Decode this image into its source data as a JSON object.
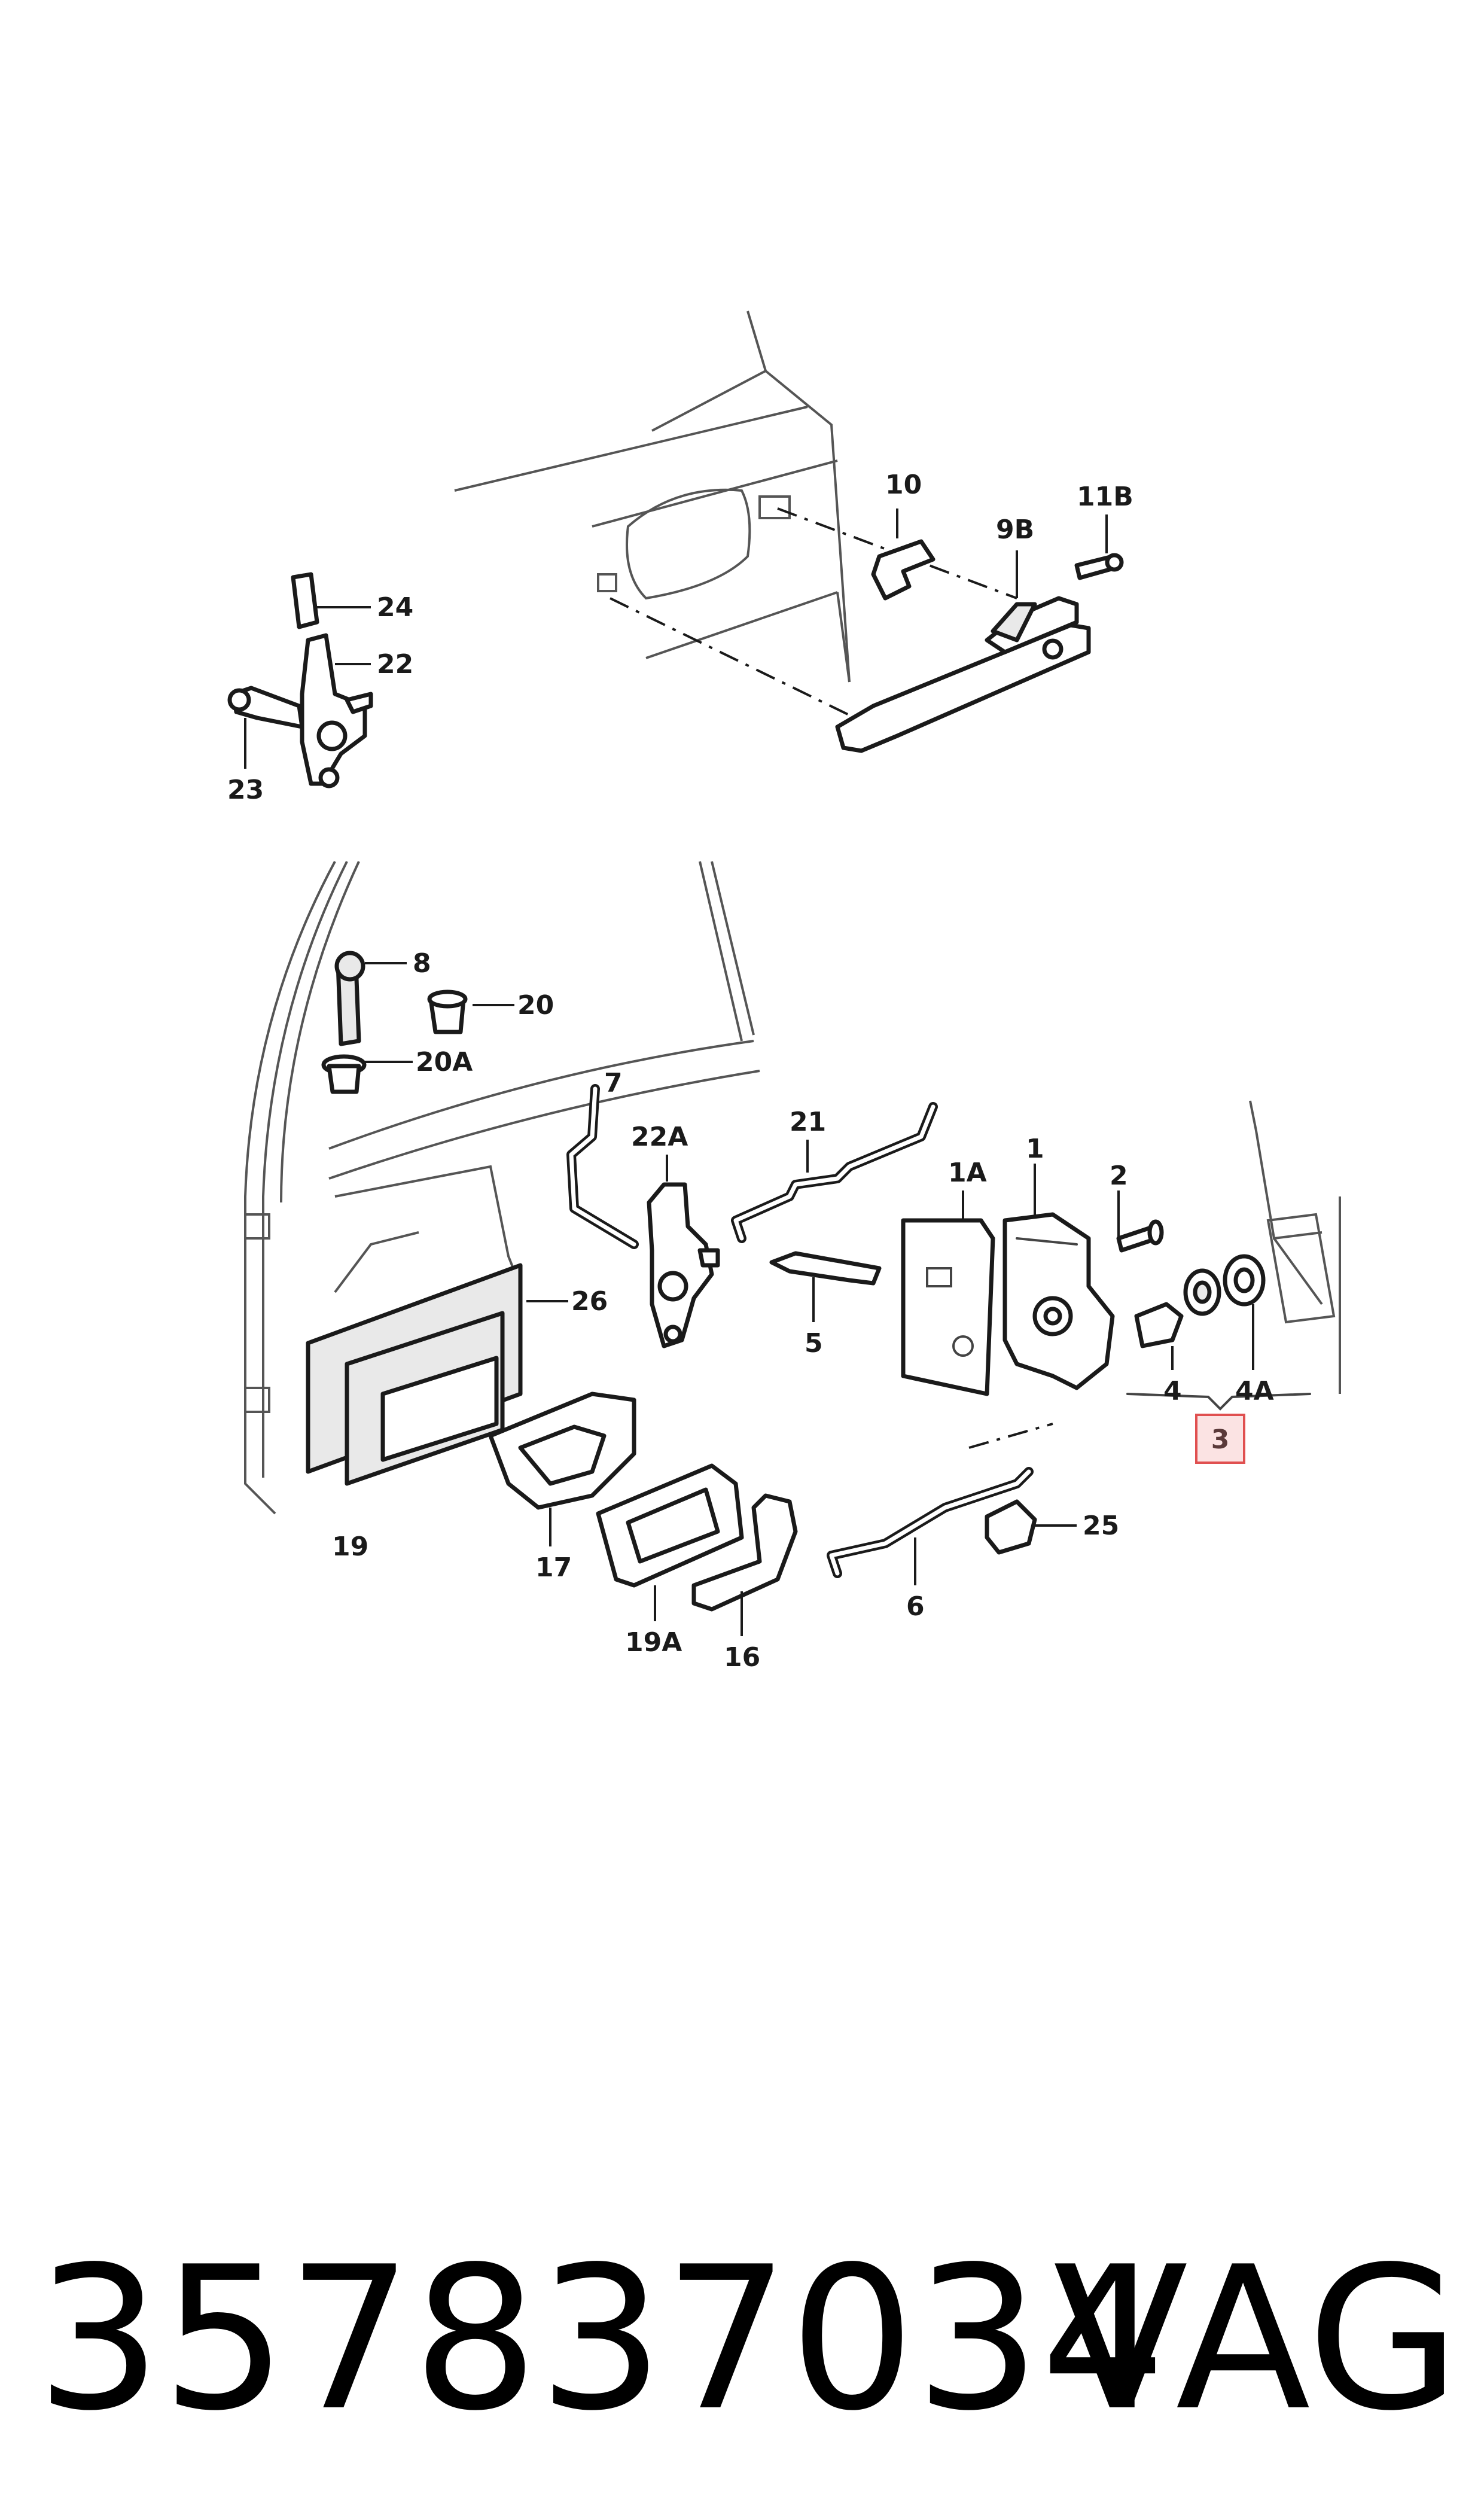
{
  "diagram": {
    "labels": [
      {
        "id": "10",
        "text": "10"
      },
      {
        "id": "9B",
        "text": "9B"
      },
      {
        "id": "11B",
        "text": "11B"
      },
      {
        "id": "24",
        "text": "24"
      },
      {
        "id": "22",
        "text": "22"
      },
      {
        "id": "23",
        "text": "23"
      },
      {
        "id": "8",
        "text": "8"
      },
      {
        "id": "20",
        "text": "20"
      },
      {
        "id": "20A",
        "text": "20A"
      },
      {
        "id": "7",
        "text": "7"
      },
      {
        "id": "22A",
        "text": "22A"
      },
      {
        "id": "21",
        "text": "21"
      },
      {
        "id": "1A",
        "text": "1A"
      },
      {
        "id": "1",
        "text": "1"
      },
      {
        "id": "2",
        "text": "2"
      },
      {
        "id": "26",
        "text": "26"
      },
      {
        "id": "5",
        "text": "5"
      },
      {
        "id": "4",
        "text": "4"
      },
      {
        "id": "4A",
        "text": "4A"
      },
      {
        "id": "19",
        "text": "19"
      },
      {
        "id": "17",
        "text": "17"
      },
      {
        "id": "19A",
        "text": "19A"
      },
      {
        "id": "16",
        "text": "16"
      },
      {
        "id": "6",
        "text": "6"
      },
      {
        "id": "25",
        "text": "25"
      }
    ],
    "highlighted": {
      "text": "3",
      "color": "#e05050"
    }
  },
  "footer": {
    "part_number": "357837034",
    "brand": "VAG"
  }
}
